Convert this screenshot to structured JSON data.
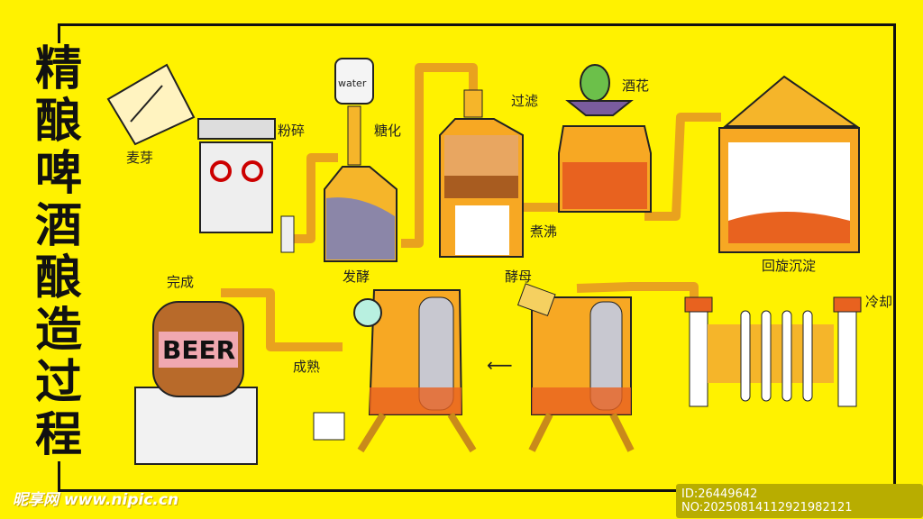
{
  "title": [
    "精",
    "酿",
    "啤",
    "酒",
    "酿",
    "造",
    "过",
    "程"
  ],
  "labels": {
    "malt": "麦芽",
    "milling": "粉碎",
    "water": "water",
    "mashing": "糖化",
    "filtering": "过滤",
    "boiling": "煮沸",
    "hops": "酒花",
    "whirlpool": "回旋沉淀",
    "cooling": "冷却",
    "yeast": "酵母",
    "fermentation": "发酵",
    "maturation": "成熟",
    "finished": "完成",
    "beer": "BEER"
  },
  "watermark": {
    "site": "昵享网 www.nipic.cn",
    "id": "ID:26449642 NO:20250814112921982121"
  },
  "colors": {
    "background": "#fff200",
    "pipe": "#f5b52a",
    "tank": "#f7a823",
    "wort": "#e8621f"
  }
}
